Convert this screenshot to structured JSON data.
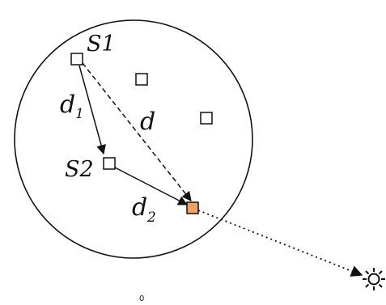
{
  "diagram": {
    "labels": {
      "s1": "S1",
      "s2": "S2",
      "d1_main": "d",
      "d1_sub": "1",
      "d2_main": "d",
      "d2_sub": "2",
      "d": "d"
    },
    "caption": "0",
    "colors": {
      "stroke": "#111111",
      "target_fill": "#F4A15E",
      "background": "#FFFFFF"
    },
    "icons": {
      "sun": "sun-icon"
    }
  }
}
